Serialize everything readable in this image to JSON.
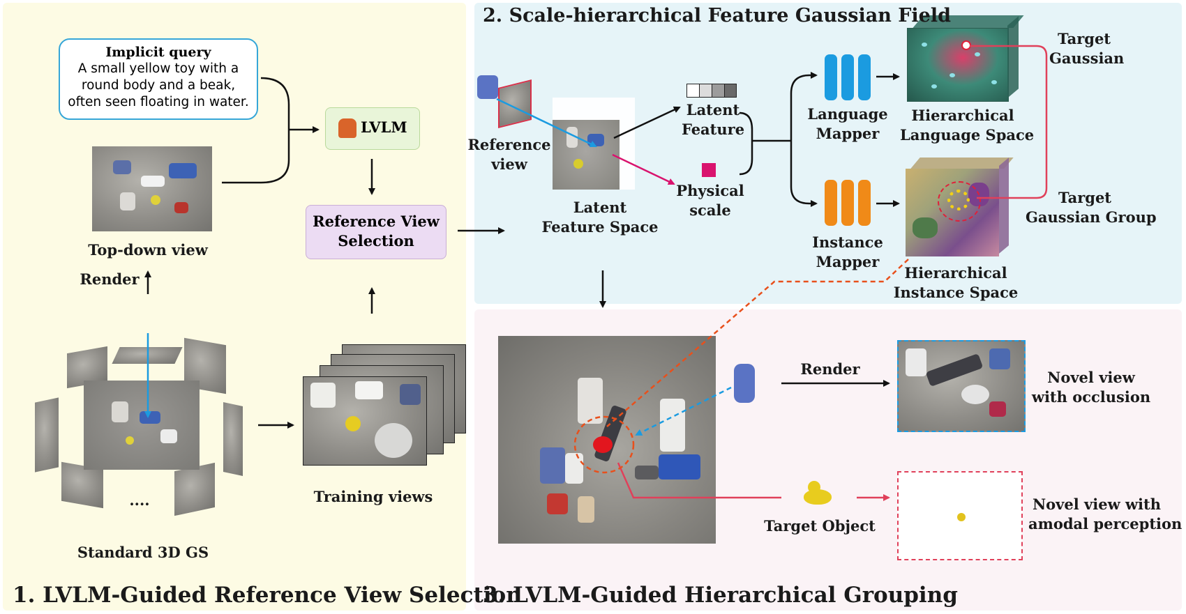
{
  "panels": {
    "p1": "1. LVLM-Guided Reference View Selection",
    "p2": "2. Scale-hierarchical Feature Gaussian Field",
    "p3": "3. LVLM-Guided Hierarchical Grouping"
  },
  "query": {
    "title": "Implicit query",
    "lines": [
      "A small yellow toy with a",
      "round body and a beak,",
      "often seen floating in water."
    ]
  },
  "stage1": {
    "top_down": "Top-down view",
    "render": "Render",
    "lvlm": "LVLM",
    "ref_sel": [
      "Reference View",
      "Selection"
    ],
    "dots": "....",
    "standard": "Standard 3D GS",
    "training": "Training views"
  },
  "stage2": {
    "ref_view": [
      "Reference",
      "view"
    ],
    "latent_space": [
      "Latent",
      "Feature Space"
    ],
    "latent_feature": [
      "Latent",
      "Feature"
    ],
    "physical_scale": [
      "Physical",
      "scale"
    ],
    "language_mapper": [
      "Language",
      "Mapper"
    ],
    "instance_mapper": [
      "Instance",
      "Mapper"
    ],
    "lang_space": [
      "Hierarchical",
      "Language Space"
    ],
    "inst_space": [
      "Hierarchical",
      "Instance Space"
    ],
    "target_gaussian": [
      "Target",
      "Gaussian"
    ],
    "target_group": [
      "Target",
      "Gaussian Group"
    ]
  },
  "stage3": {
    "render": "Render",
    "occlusion": [
      "Novel view",
      "with occlusion"
    ],
    "target_object": "Target Object",
    "amodal": [
      "Novel view with",
      "amodal perception"
    ]
  },
  "colors": {
    "blue": "#1b9be0",
    "orange": "#f08a18",
    "red": "#e0405a",
    "camera": "#5a73c4",
    "lvlm_box": "#e9f5d9",
    "ref_box": "#ecdcf3"
  }
}
